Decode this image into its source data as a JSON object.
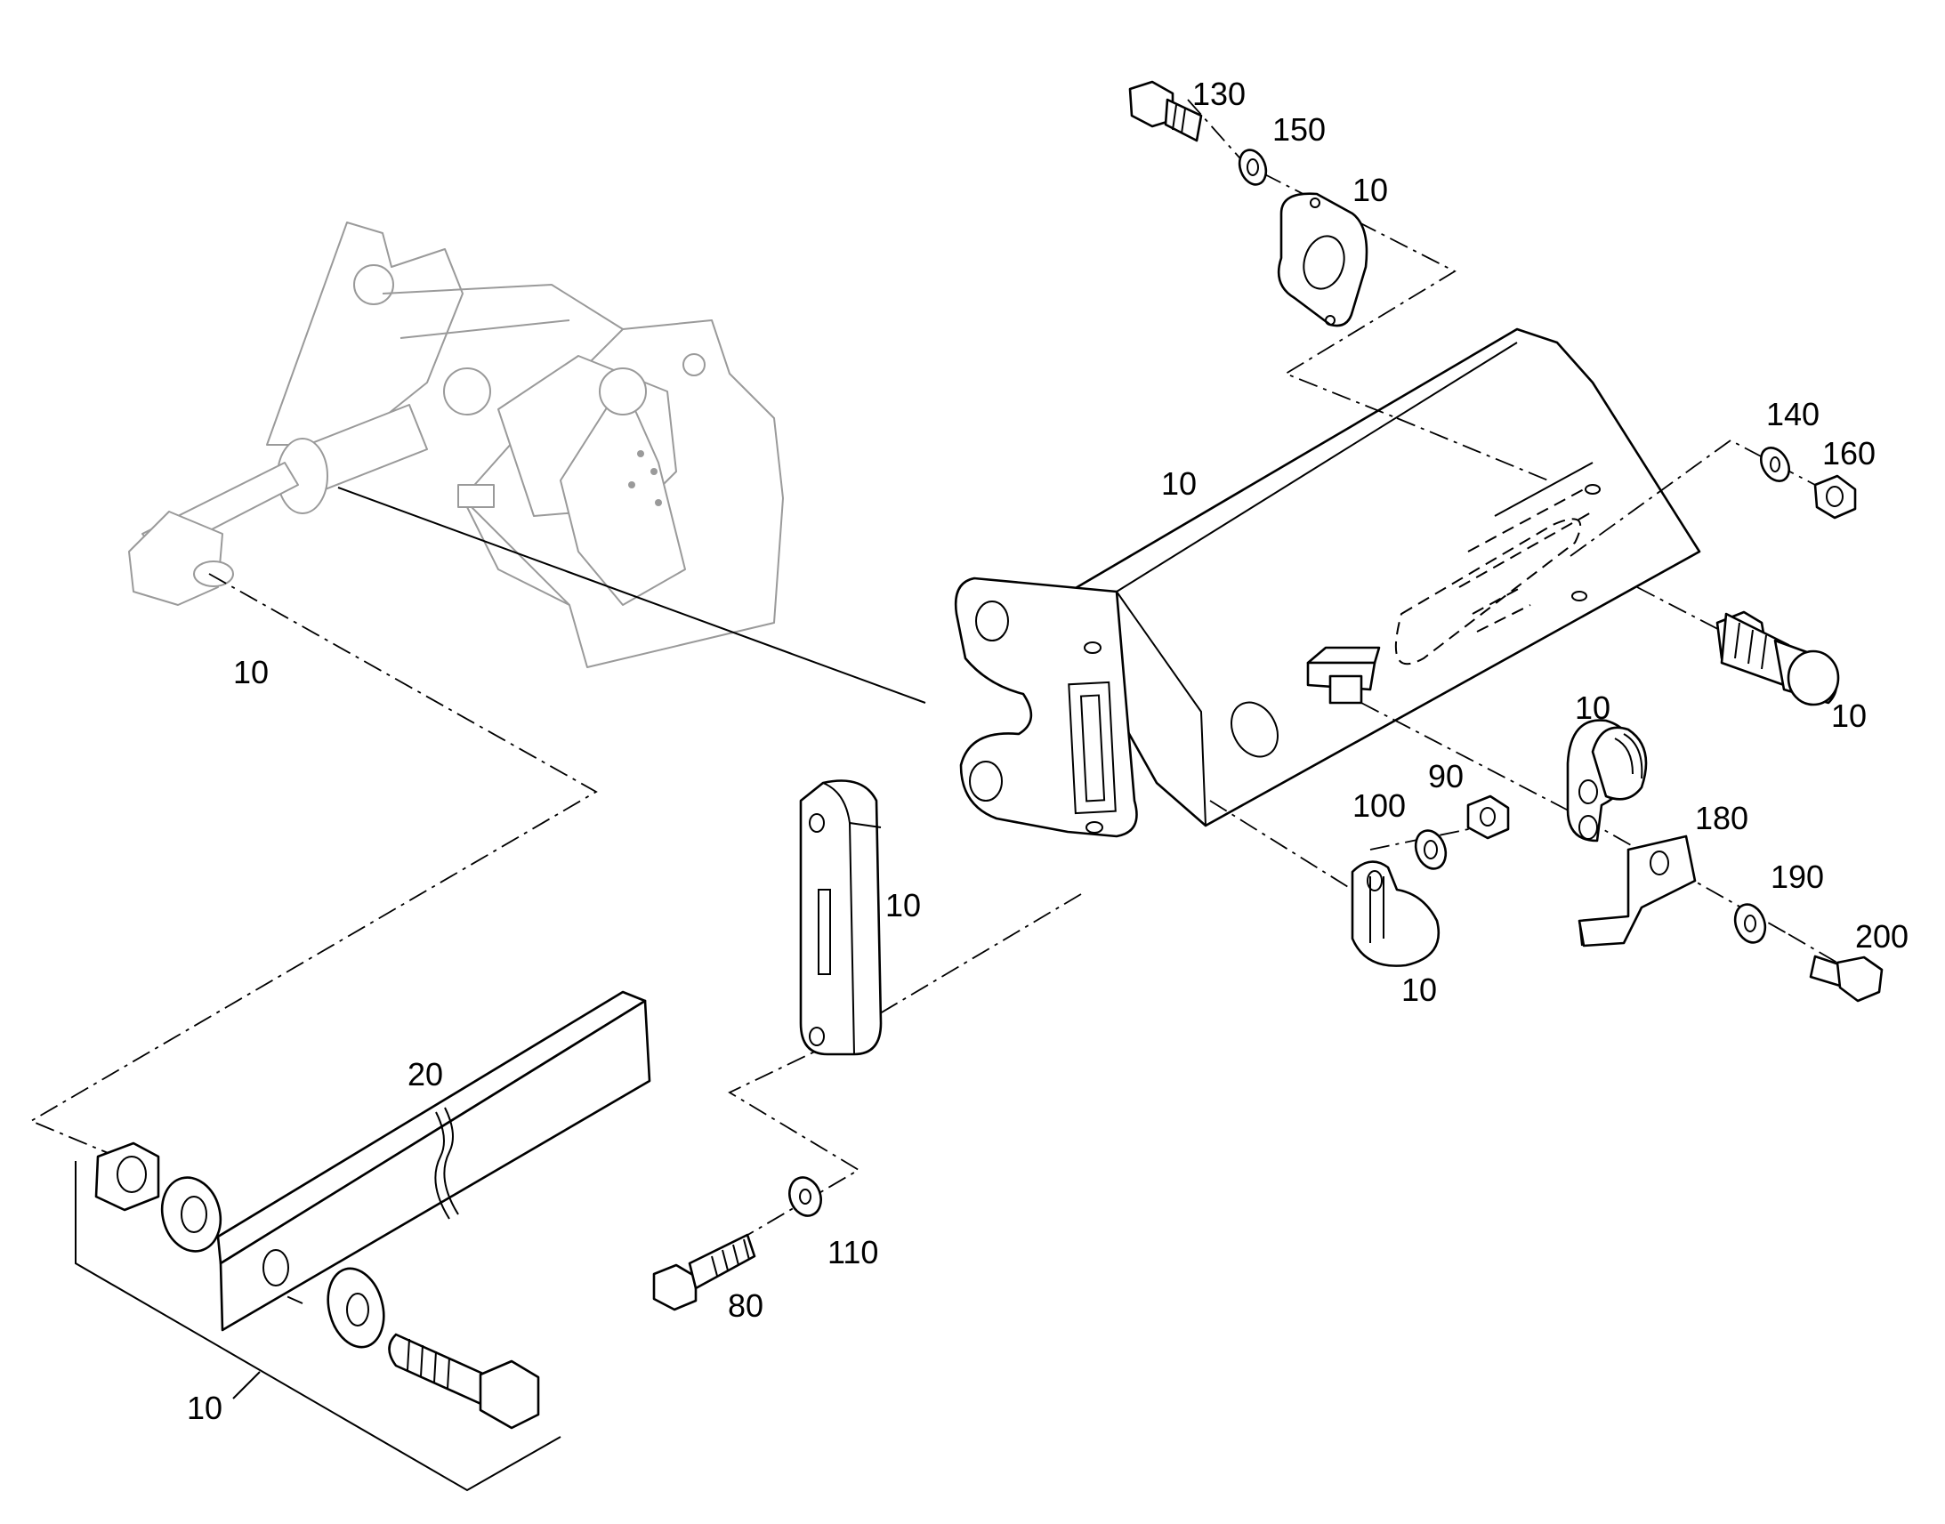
{
  "callouts": [
    {
      "id": "c130",
      "text": "130"
    },
    {
      "id": "c150",
      "text": "150"
    },
    {
      "id": "c10_flange",
      "text": "10"
    },
    {
      "id": "c140",
      "text": "140"
    },
    {
      "id": "c160",
      "text": "160"
    },
    {
      "id": "c10_tube",
      "text": "10"
    },
    {
      "id": "c10_coupler",
      "text": "10"
    },
    {
      "id": "c10_nut_top",
      "text": "10"
    },
    {
      "id": "c10_clamp",
      "text": "10"
    },
    {
      "id": "c90",
      "text": "90"
    },
    {
      "id": "c100",
      "text": "100"
    },
    {
      "id": "c180",
      "text": "180"
    },
    {
      "id": "c190",
      "text": "190"
    },
    {
      "id": "c200",
      "text": "200"
    },
    {
      "id": "c10_hook",
      "text": "10"
    },
    {
      "id": "c10_plate",
      "text": "10"
    },
    {
      "id": "c20",
      "text": "20"
    },
    {
      "id": "c110",
      "text": "110"
    },
    {
      "id": "c80",
      "text": "80"
    },
    {
      "id": "c10_group",
      "text": "10"
    }
  ]
}
